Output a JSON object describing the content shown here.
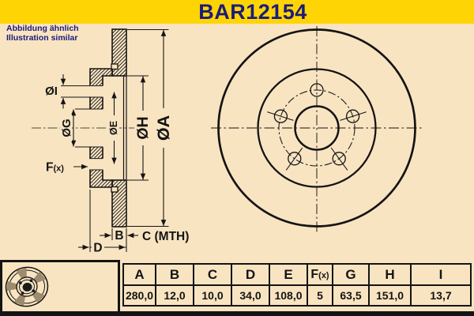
{
  "banner": {
    "title": "BAR12154"
  },
  "note": {
    "line1": "Abbildung ähnlich",
    "line2": "Illustration similar"
  },
  "colors": {
    "banner_yellow": "#FFD405",
    "background_tan": "#F9E4C2",
    "title_navy": "#1B1B7B",
    "line_black": "#141414",
    "logo_shade": "#9C8B6E"
  },
  "drawing": {
    "section_labels": {
      "dia_i": "ØI",
      "dia_g": "ØG",
      "dia_e": "ØE",
      "dia_h": "ØH",
      "dia_a": "ØA",
      "f_main": "F",
      "f_sub": "(x)",
      "b": "B",
      "c_mth": "C (MTH)",
      "d": "D"
    },
    "front_view": {
      "bolt_hole_count": 5
    },
    "logo_icon": "brake-disc-icon"
  },
  "table": {
    "headers": [
      {
        "label": "A",
        "sub": ""
      },
      {
        "label": "B",
        "sub": ""
      },
      {
        "label": "C",
        "sub": ""
      },
      {
        "label": "D",
        "sub": ""
      },
      {
        "label": "E",
        "sub": ""
      },
      {
        "label": "F",
        "sub": "(x)"
      },
      {
        "label": "G",
        "sub": ""
      },
      {
        "label": "H",
        "sub": ""
      },
      {
        "label": "I",
        "sub": ""
      }
    ],
    "values": [
      "280,0",
      "12,0",
      "10,0",
      "34,0",
      "108,0",
      "5",
      "63,5",
      "151,0",
      "13,7"
    ]
  }
}
